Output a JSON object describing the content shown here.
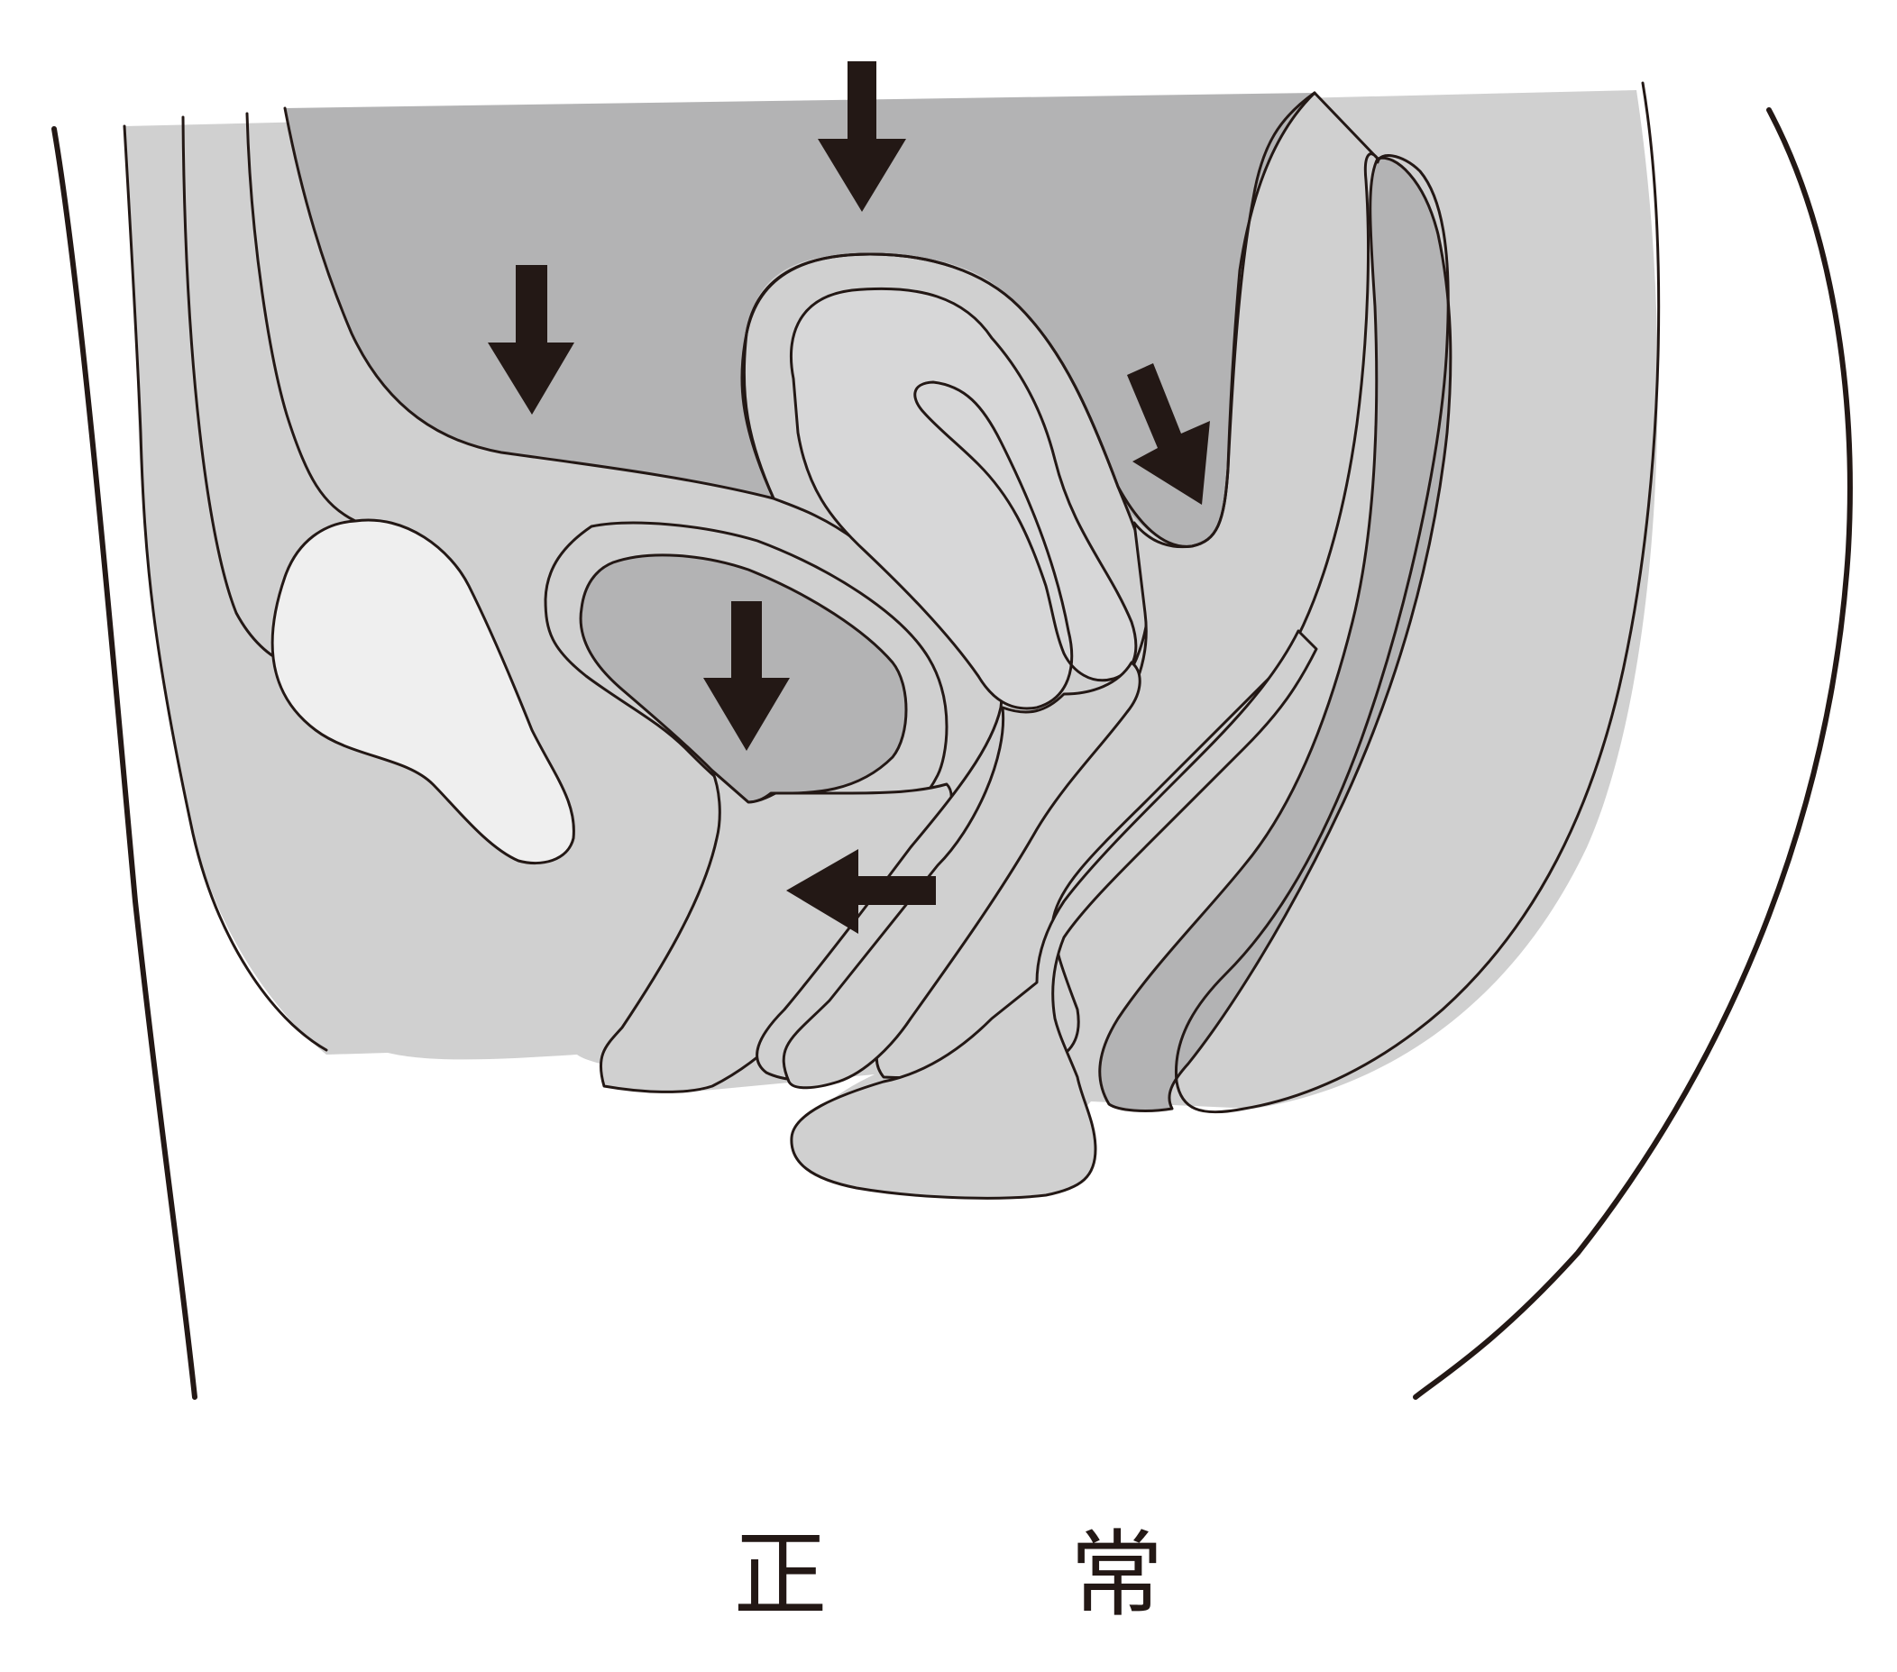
{
  "caption": "正 常",
  "colors": {
    "outline": "#231815",
    "dark_cavity": "#b3b3b4",
    "light_tissue": "#d0d0d0",
    "organ_light": "#d7d7d8",
    "bone": "#efefef",
    "background": "#ffffff"
  },
  "arrows": [
    {
      "id": "top-center",
      "direction": "down"
    },
    {
      "id": "top-left",
      "direction": "down"
    },
    {
      "id": "middle",
      "direction": "down"
    },
    {
      "id": "right",
      "direction": "down-right"
    },
    {
      "id": "lower",
      "direction": "left"
    }
  ]
}
